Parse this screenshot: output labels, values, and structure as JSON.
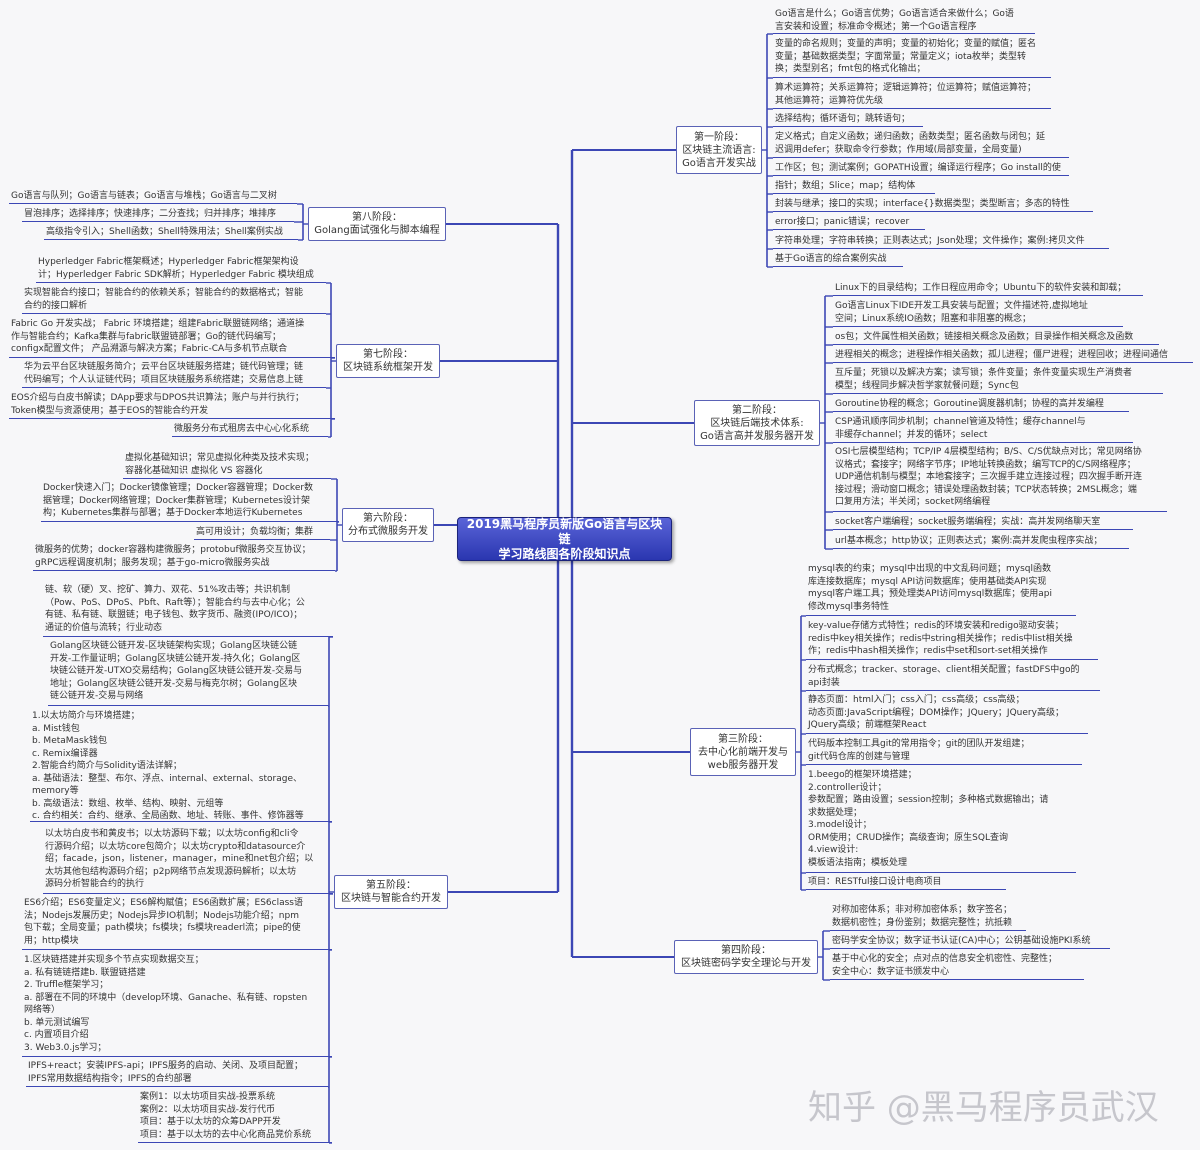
{
  "center": "2019黑马程序员新版Go语言与区块链\n学习路线图各阶段知识点",
  "stages": {
    "s1": "第一阶段：\n区块链主流语言:\nGo语言开发实战",
    "s2": "第二阶段：\n区块链后端技术体系:\nGo语言高并发服务器开发",
    "s3": "第三阶段：\n去中心化前端开发与\nweb服务器开发",
    "s4": "第四阶段：\n区块链密码学安全理论与开发",
    "s5": "第五阶段：\n区块链与智能合约开发",
    "s6": "第六阶段：\n分布式微服务开发",
    "s7": "第七阶段：\n区块链系统框架开发",
    "s8": "第八阶段：\nGolang面试强化与脚本编程"
  },
  "leaves": {
    "s1": [
      "Go语言是什么；Go语言优势；Go语言适合来做什么；Go语\n言安装和设置；标准命令概述；第一个Go语言程序",
      "变量的命名规则；变量的声明；变量的初始化；变量的赋值；匿名\n变量；基础数据类型；字面常量；常量定义；iota枚举；类型转\n换；类型别名；fmt包的格式化输出；",
      "算术运算符；关系运算符；逻辑运算符；位运算符；赋值运算符；\n其他运算符；运算符优先级",
      "选择结构；循环语句；跳转语句；",
      "定义格式；自定义函数；递归函数；函数类型；匿名函数与闭包；延\n迟调用defer；获取命令行参数；作用域(局部变量，全局变量)",
      "工作区；包；测试案例；GOPATH设置；编译运行程序；Go install的使用",
      "指针；数组；Slice；map；结构体",
      "封装与继承；接口的实现；interface{}数据类型；类型断言；多态的特性",
      "error接口；panic错误；recover",
      "字符串处理；字符串转换；正则表达式；Json处理；文件操作；案例:拷贝文件",
      "基于Go语言的综合案例实战"
    ],
    "s2": [
      "Linux下的目录结构；工作日程应用命令；Ubuntu下的软件安装和卸载；",
      "Go语言Linux下IDE开发工具安装与配置；文件描述符,虚拟地址\n空间；Linux系统IO函数；阻塞和非阻塞的概念；",
      "os包；文件属性相关函数；链接相关概念及函数；目录操作相关概念及函数",
      "进程相关的概念；进程操作相关函数；孤儿进程；僵尸进程；进程回收；进程间通信",
      "互斥量；死锁以及解决方案；读写锁；条件变量；条件变量实现生产消费者\n模型；线程同步解决哲学家就餐问题；Sync包",
      "Goroutine协程的概念；Goroutine调度器机制；协程的高并发编程",
      "CSP通讯顺序同步机制；channel管道及特性；缓存channel与\n非缓存channel；并发的循环；select",
      "OSI七层模型结构；TCP/IP 4层模型结构；B/S、C/S优缺点对比；常见网络协\n议格式；套接字；网络字节序；IP地址转换函数；编写TCP的C/S网络程序；\nUDP通信机制与模型；本地套接字；三次握手建立连接过程；四次握手断开连\n接过程；滑动窗口概念；错误处理函数封装；TCP状态转换；2MSL概念；端\n口复用方法；半关闭；socket网络编程",
      "socket客户端编程；socket服务端编程；实战：高并发网络聊天室",
      "url基本概念；http协议；正则表达式；案例:高并发爬虫程序实战；"
    ],
    "s3": [
      "mysql表的约束；mysql中出现的中文乱码问题；mysql函数\n库连接数据库；mysql API访问数据库；使用基础类API实现\nmysql客户端工具；预处理类API访问mysql数据库；使用api\n修改mysql事务特性",
      "key-value存储方式特性；redis的环境安装和redigo驱动安装；\nredis中key相关操作；redis中string相关操作；redis中list相关操\n作；redis中hash相关操作；redis中set和sort-set相关操作",
      "分布式概念；tracker、storage、client相关配置；fastDFS中go的\napi封装",
      "静态页面：html入门；css入门；css高级；css高级；\n动态页面:JavaScript编程；DOM操作；JQuery；JQuery高级；\nJQuery高级；前端框架React",
      "代码版本控制工具git的常用指令；git的团队开发组建；\ngit代码仓库的创建与管理",
      "1.beego的框架环境搭建；\n2.controller设计；\n参数配置；路由设置；session控制；多种格式数据输出；请\n求数据处理；\n3.model设计；\nORM使用；CRUD操作；高级查询；原生SQL查询\n4.view设计:\n模板语法指南；模板处理",
      "项目：RESTful接口设计电商项目"
    ],
    "s4": [
      "对称加密体系；非对称加密体系；数字签名；\n数据机密性；身份鉴别；数据完整性；抗抵赖",
      "密码学安全协议；数字证书认证(CA)中心；公钥基础设施PKI系统",
      "基于中心化的安全；点对点的信息安全机密性、完整性；\n安全中心：数字证书颁发中心"
    ],
    "s5": [
      "链、软（硬）叉、挖矿、算力、双花、51%攻击等；共识机制\n（Pow、PoS、DPoS、Pbft、Raft等）；智能合约与去中心化；公\n有链、私有链、联盟链；电子钱包、数字货币、融资(IPO/ICO)；\n通证的价值与流转；行业动态",
      "Golang区块链公链开发-区块链架构实现；Golang区块链公链\n开发-工作量证明；Golang区块链公链开发-持久化；Golang区\n块链公链开发-UTXO交易结构；Golang区块链公链开发-交易与\n地址；Golang区块链公链开发-交易与梅克尔树；Golang区块\n链公链开发-交易与网络",
      "1.以太坊简介与环境搭建；\na. Mist钱包\nb. MetaMask钱包\nc. Remix编译器\n2.智能合约简介与Solidity语法详解；\na. 基础语法：整型、布尔、浮点、internal、external、storage、\nmemory等\nb. 高级语法：数组、枚举、结构、映射、元组等\nc. 合约相关：合约、继承、全局函数、地址、转账、事件、修饰器等",
      "以太坊白皮书和黄皮书；以太坊源码下载；以太坊config和cli令\n行源码介绍；以太坊core包简介；以太坊crypto和datasource介\n绍；facade，json，listener，manager，mine和net包介绍；以\n太坊其他包结构源码介绍；p2p网络节点发现源码解析；以太坊\n源码分析智能合约的执行",
      "ES6介绍；ES6变量定义；ES6解构赋值；ES6函数扩展；ES6class语\n法；Nodejs发展历史；Nodejs异步IO机制；Nodejs功能介绍；npm\n包下载；全局变量；path模块；fs模块；fs模块readerl流；pipe的使\n用；http模块",
      "1.区块链搭建并实现多个节点实现数据交互；\na. 私有链链搭建b. 联盟链搭建\n2. Truffle框架学习；\na. 部署在不同的环境中（develop环境、Ganache、私有链、ropsten\n网络等）\nb. 单元测试编写\nc. 内置项目介绍\n3. Web3.0.js学习；",
      "IPFS+react；安装IPFS-api；IPFS服务的启动、关闭、及项目配置；\nIPFS常用数据结构指令；IPFS的合约部署",
      "案例1：以太坊项目实战-投票系统\n案例2：以太坊项目实战-发行代币\n项目：基于以太坊的众筹DAPP开发\n项目：基于以太坊的去中心化商品竞价系统"
    ],
    "s6": [
      "虚拟化基础知识；常见虚拟化种类及技术实现；\n容器化基础知识 虚拟化 VS 容器化",
      "Docker快速入门；Docker镜像管理；Docker容器管理；Docker数\n据管理；Docker网络管理；Docker集群管理；Kubernetes设计架\n构；Kubernetes集群与部署；基于Docker本地运行Kubernetes",
      "高可用设计；负载均衡；集群",
      "微服务的优势；docker容器构建微服务；protobuf微服务交互协议；\ngRPC远程调度机制；服务发现；基于go-micro微服务实战"
    ],
    "s7": [
      "Hyperledger Fabric框架概述；Hyperledger Fabric框架架构设\n计；Hyperledger Fabric SDK解析；Hyperledger Fabric 模块组成",
      "实现智能合约接口；智能合约的依赖关系；智能合约的数据格式；智能\n合约的接口解析",
      "Fabric Go 开发实战； Fabric 环境搭建；组建Fabric联盟链网络；通道操\n作与智能合约；Kafka集群与fabric联盟链部署；Go的链代码编写；\nconfigx配置文件； 产品溯源与解决方案；Fabric-CA与多机节点联合",
      "华为云平台区块链服务简介；云平台区块链服务搭建；链代码管理；链\n代码编写；个人认证链代码；项目区块链服务系统搭建；交易信息上链",
      "EOS介绍与白皮书解读；DApp要求与DPOS共识算法；账户与并行执行；\nToken模型与资源使用；基于EOS的智能合约开发",
      "微服务分布式租房去中心心化系统"
    ],
    "s8": [
      "Go语言与队列；Go语言与链表；Go语言与堆栈；Go语言与二叉树",
      "冒泡排序；选择排序；快速排序；二分查找；归并排序；堆排序",
      "高级指令引入；Shell函数；Shell特殊用法；Shell案例实战"
    ]
  },
  "watermark": "知乎 @黑马程序员武汉",
  "colors": {
    "line": "#3c47b5",
    "center_bg": "#2a36b0",
    "stage_border": "#5a62b6"
  }
}
